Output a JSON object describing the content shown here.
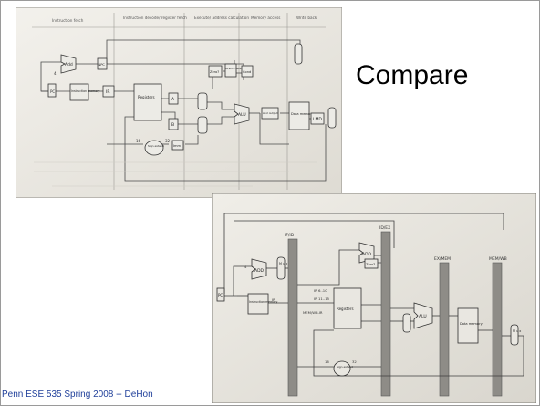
{
  "slide": {
    "title": "Compare",
    "footer": "Penn ESE 535 Spring 2008 -- DeHon"
  },
  "figure_top": {
    "stage_headers": [
      "Instruction fetch",
      "Instruction decode/ register fetch",
      "Execute/ address calculation",
      "Memory access",
      "Write back"
    ],
    "blocks": {
      "add": "Add",
      "npc": "NPC",
      "zero": "Zero?",
      "branch_taken": "Branch taken",
      "cond": "Cond",
      "instruction_memory": "Instruction memory",
      "ir": "IR",
      "registers": "Registers",
      "a": "A",
      "b": "B",
      "alu": "ALU",
      "alu_output": "ALU output",
      "data_memory": "Data memory",
      "lmd": "LMD",
      "sign_extend": "Sign extend",
      "imm": "Imm",
      "pc": "PC",
      "four": "4",
      "sixteen": "16",
      "thirtytwo": "32",
      "mux": "M u x"
    }
  },
  "figure_bottom": {
    "pipeline_registers": [
      "IF/ID",
      "ID/EX",
      "EX/MEM",
      "MEM/WB"
    ],
    "blocks": {
      "add_left": "ADD",
      "add_top": "ADD",
      "four": "4",
      "pc": "PC",
      "instruction_memory": "Instruction memory",
      "ir": "IR",
      "reg_ir_a": "IR 6..10",
      "reg_ir_b": "IR 11..15",
      "mem_wb_ir": "MEM/WB.IR",
      "registers": "Registers",
      "zero": "Zero?",
      "alu": "ALU",
      "data_memory": "Data memory",
      "sign_extend": "Sign extend",
      "sixteen": "16",
      "thirtytwo": "32",
      "mux": "M u x"
    }
  }
}
